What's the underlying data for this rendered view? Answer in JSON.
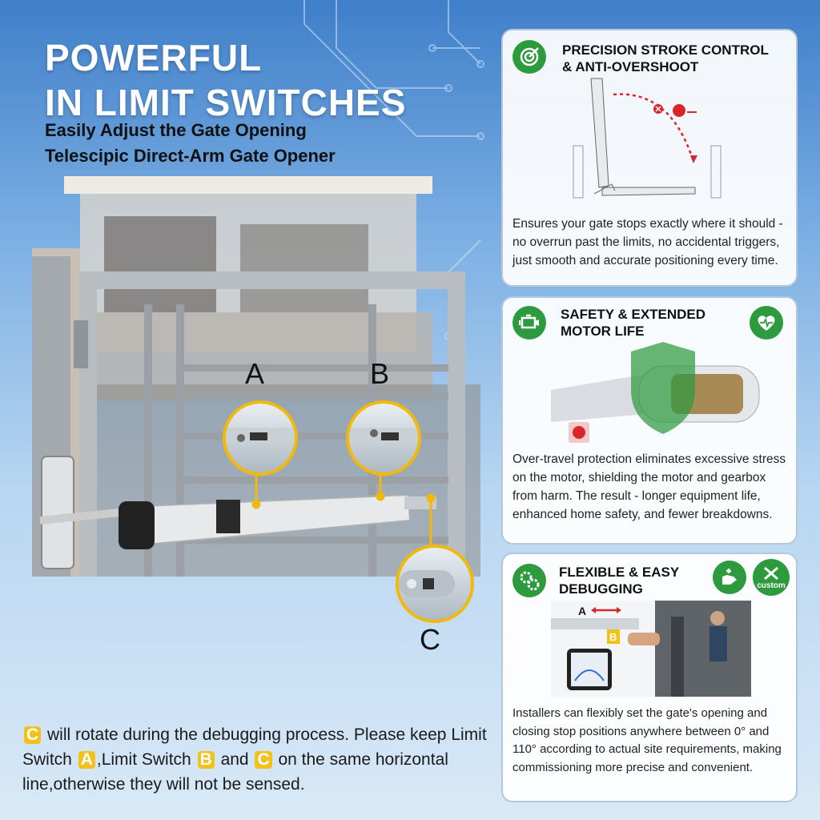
{
  "headline": {
    "line1": "POWERFUL",
    "line2": "IN LIMIT SWITCHES",
    "sub1": "Easily Adjust the Gate Opening",
    "sub2": "Telescipic Direct-Arm Gate Opener"
  },
  "labels": {
    "a": "A",
    "b": "B",
    "c": "C"
  },
  "panel1": {
    "title1": "PRECISION STROKE CONTROL",
    "title2": "& ANTI-OVERSHOOT",
    "desc": "Ensures your gate stops exactly where it should - no overrun past the limits, no accidental triggers, just smooth and accurate positioning every time.",
    "icon": "target-icon"
  },
  "panel2": {
    "title1": "SAFETY & EXTENDED",
    "title2": "MOTOR LIFE",
    "desc": "Over-travel protection eliminates excessive stress on the motor, shielding the motor and gearbox from harm. The result - longer equipment life, enhanced home safety, and fewer breakdowns.",
    "icon": "engine-icon",
    "icon2": "heart-pulse-icon"
  },
  "panel3": {
    "title1": "FLEXIBLE & EASY",
    "title2": "DEBUGGING",
    "desc": "Installers can flexibly set the gate's opening and closing stop positions anywhere between 0° and 110° according to actual site requirements, making commissioning more precise and convenient.",
    "custom_label": "custom",
    "icons": [
      "gears-icon",
      "hand-adjust-icon",
      "tools-icon"
    ]
  },
  "bottom": {
    "c1": "C",
    "t1": " will rotate during the debugging process. Please keep Limit Switch ",
    "a": "A",
    "t2": ",Limit Switch ",
    "b": "B",
    "t3": " and ",
    "c2": "C",
    "t4": " on the same horizontal line,otherwise they will not be sensed."
  },
  "colors": {
    "accent": "#2e9a3e",
    "highlight": "#f2c21a",
    "sky": "#5b98d6"
  }
}
